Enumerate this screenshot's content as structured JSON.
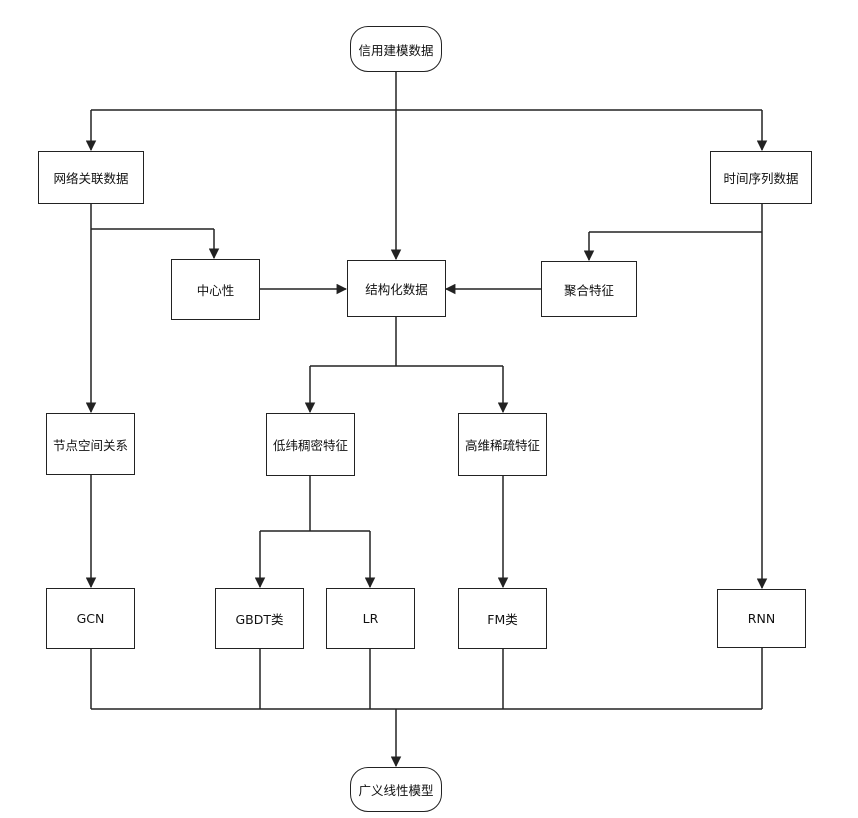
{
  "nodes": {
    "credit_data": "信用建模数据",
    "network_data": "网络关联数据",
    "time_series_data": "时间序列数据",
    "centrality": "中心性",
    "structured_data": "结构化数据",
    "aggregate_features": "聚合特征",
    "node_spatial_relation": "节点空间关系",
    "low_dim_dense": "低纬稠密特征",
    "high_dim_sparse": "高维稀疏特征",
    "gcn": "GCN",
    "gbdt": "GBDT类",
    "lr": "LR",
    "fm": "FM类",
    "rnn": "RNN",
    "glm": "广义线性模型"
  }
}
